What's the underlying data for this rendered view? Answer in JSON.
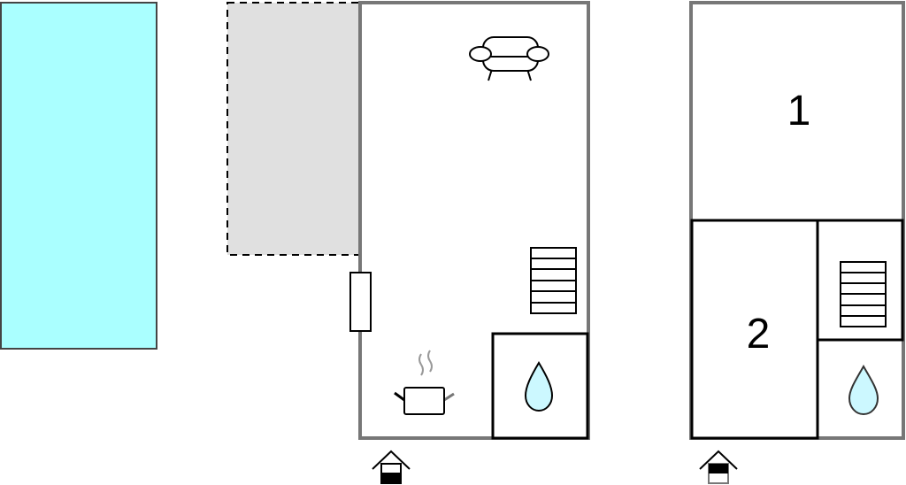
{
  "floor_plan": {
    "rooms": {
      "bedroom_1": "1",
      "bedroom_2": "2"
    },
    "icons": [
      "pool",
      "terrace",
      "sofa-icon",
      "stairs-icon",
      "water-drop-icon",
      "cooking-pot-icon",
      "entrance-icon"
    ],
    "colors": {
      "pool": "#aaffff",
      "terrace": "#e0e0e0",
      "outer_wall": "#777777",
      "inner_wall": "#000000",
      "water": "#ccf8ff"
    }
  }
}
